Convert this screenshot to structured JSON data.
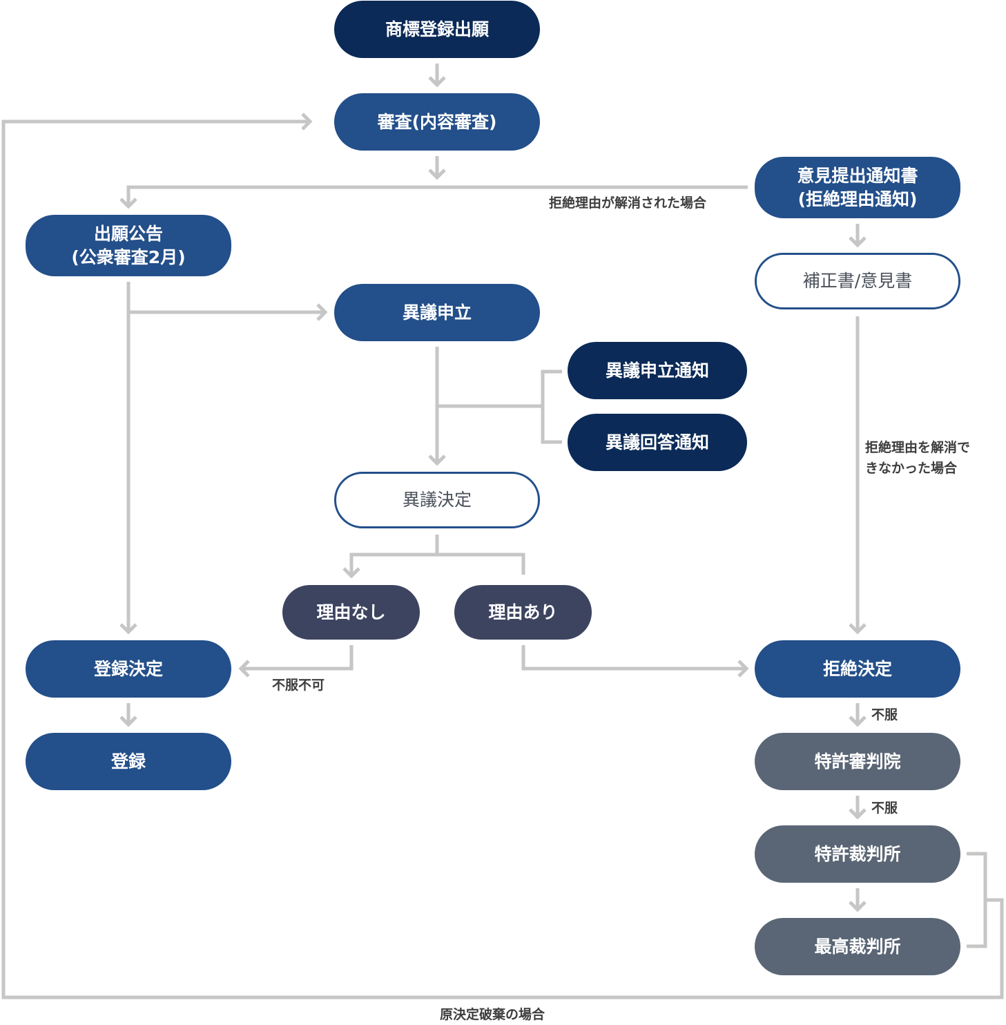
{
  "nodes": {
    "application": "商標登録出願",
    "examination": "審査(内容審査)",
    "opinion_notice": [
      "意見提出通知書",
      "(拒絶理由通知)"
    ],
    "amendment": "補正書/意見書",
    "publication": [
      "出願公告",
      "(公衆審査2月)"
    ],
    "opposition": "異議申立",
    "opposition_notice": "異議申立通知",
    "opposition_reply_notice": "異議回答通知",
    "opposition_decision": "異議決定",
    "no_reason": "理由なし",
    "with_reason": "理由あり",
    "registration_decision": "登録決定",
    "registration": "登録",
    "rejection_decision": "拒絶決定",
    "ip_tribunal": "特許審判院",
    "patent_court": "特許裁判所",
    "supreme_court": "最高裁判所"
  },
  "labels": {
    "resolved": "拒絶理由が解消された場合",
    "not_resolved": [
      "拒絶理由を解消で",
      "きなかった場合"
    ],
    "no_appeal": "不服不可",
    "appeal_1": "不服",
    "appeal_2": "不服",
    "reversal": "原決定破棄の場合"
  },
  "colors": {
    "navy": "#0b2a57",
    "blue": "#234f8a",
    "slate": "#3d4460",
    "gray": "#5a6675",
    "connector": "#c6c6c6"
  }
}
